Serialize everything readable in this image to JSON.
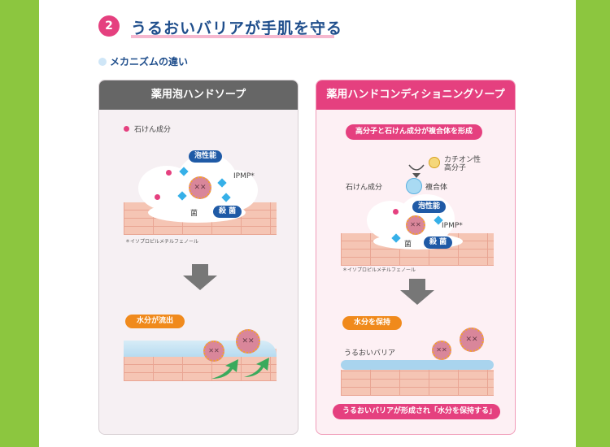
{
  "section": {
    "number": "2",
    "title": "うるおいバリアが手肌を守る"
  },
  "subheading": "メカニズムの違い",
  "left_panel": {
    "header": "薬用泡ハンドソープ",
    "legend": "石けん成分",
    "foam_label": "泡性能",
    "ipmp": "IPMP*",
    "germ": "菌",
    "sterilize": "殺 菌",
    "footnote": "＊イソプロピルメチルフェノール",
    "result_label": "水分が流出"
  },
  "right_panel": {
    "header": "薬用ハンドコンディショニングソープ",
    "top_label": "高分子と石けん成分が複合体を形成",
    "cation": "カチオン性\n高分子",
    "complex": "複合体",
    "soap": "石けん成分",
    "foam_label": "泡性能",
    "ipmp": "IPMP*",
    "germ": "菌",
    "sterilize": "殺 菌",
    "footnote": "＊イソプロピルメチルフェノール",
    "result_label": "水分を保持",
    "barrier": "うるおいバリア",
    "bottom_label": "うるおいバリアが形成され「水分を保持する」"
  },
  "colors": {
    "pink": "#e5407f",
    "navy": "#1f4e8c",
    "orange": "#f08a1c",
    "green_bg": "#8cc63f"
  }
}
